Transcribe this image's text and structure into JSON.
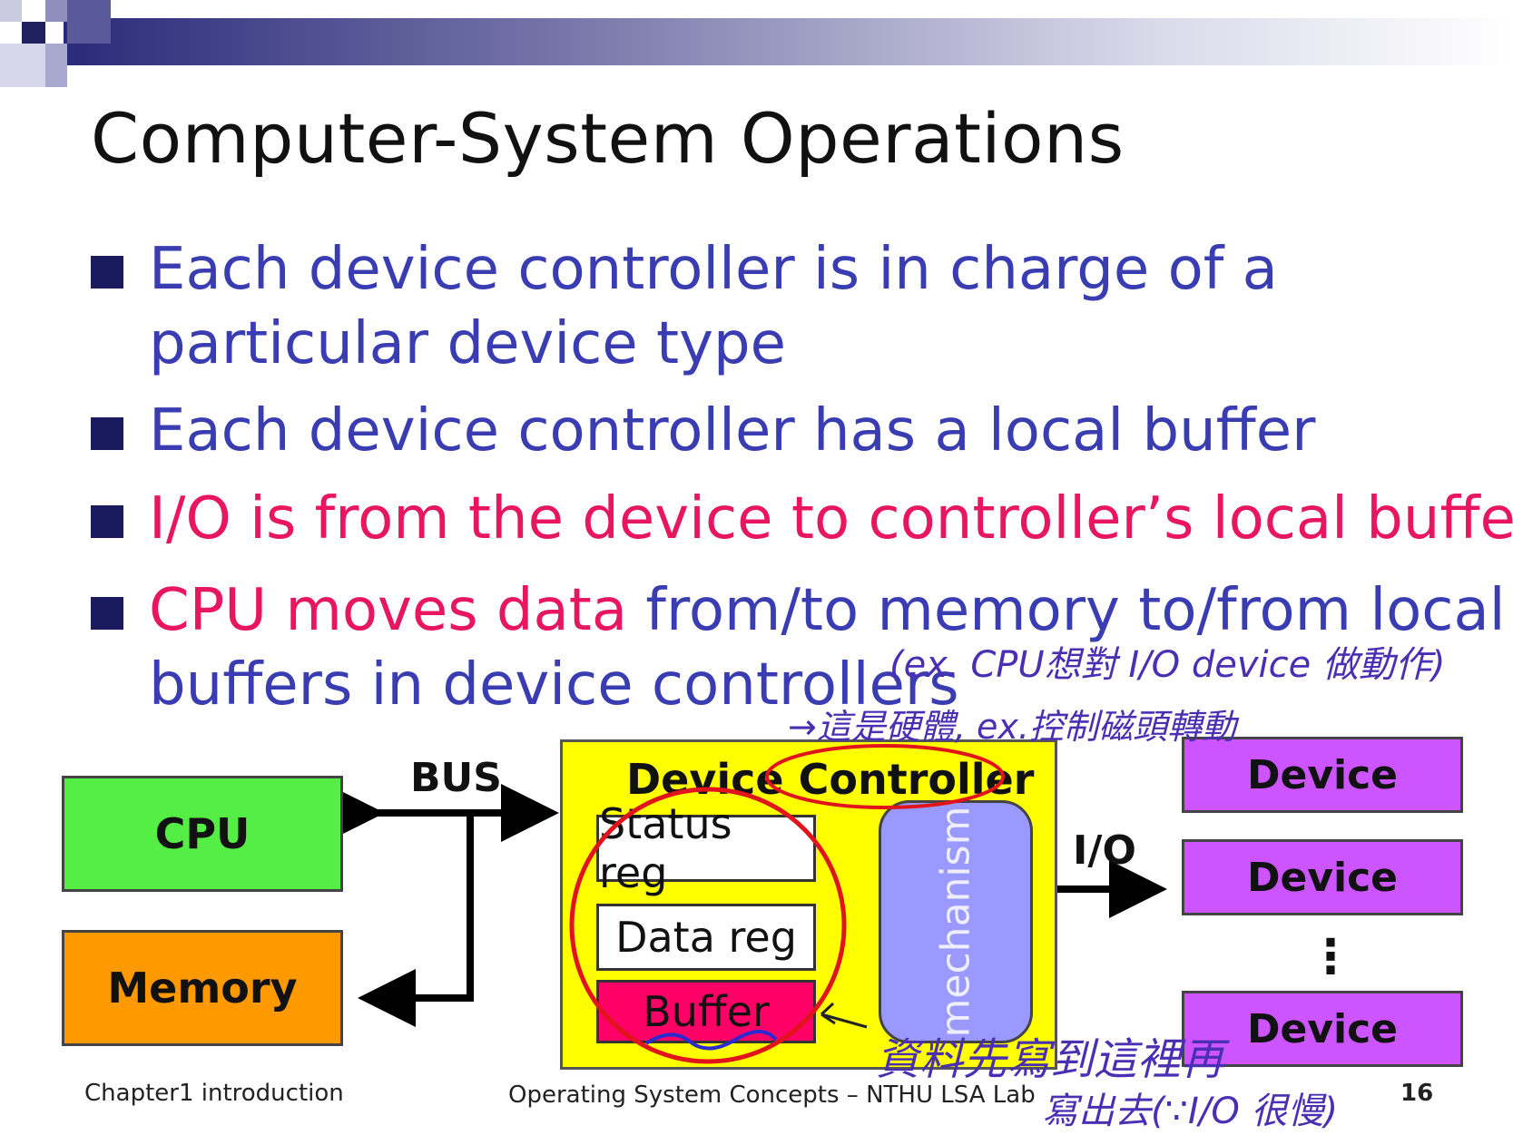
{
  "slide": {
    "title": "Computer-System Operations",
    "bullets": [
      {
        "segments": [
          {
            "text": "Each device controller is in charge of a",
            "color": "blue"
          }
        ],
        "line2": "particular device type"
      },
      {
        "segments": [
          {
            "text": "Each device controller has a local buffer",
            "color": "blue"
          }
        ]
      },
      {
        "segments": [
          {
            "text": "I/O is from the device to controller’s local buffer",
            "color": "red"
          }
        ]
      },
      {
        "segments": [
          {
            "text": "CPU moves data",
            "color": "red"
          },
          {
            "text": " from/to memory to/from local",
            "color": "blue"
          }
        ],
        "line2": "buffers in device controllers"
      }
    ]
  },
  "diagram": {
    "cpu_label": "CPU",
    "memory_label": "Memory",
    "bus_label": "BUS",
    "controller_label": "Device Controller",
    "status_reg": "Status reg",
    "data_reg": "Data reg",
    "buffer": "Buffer",
    "mechanism": "mechanism",
    "io_label": "I/O",
    "devices": [
      "Device",
      "Device",
      "Device"
    ],
    "ellipsis": "⋮"
  },
  "footer": {
    "left": "Chapter1 introduction",
    "center": "Operating System Concepts – NTHU LSA Lab",
    "page": "16"
  },
  "annotations": {
    "note1": "(ex. CPU想對 I/O device 做動作)",
    "note2": "→這是硬體, ex.控制磁頭轉動",
    "note3_line1": "資料先寫到這裡再",
    "note3_line2": "寫出去(∵I/O 很慢)"
  },
  "colors": {
    "cpu": "#55ee44",
    "memory": "#ff9900",
    "controller": "#ffff00",
    "mechanism": "#9999ff",
    "device": "#cc55ff",
    "buffer": "#ff0066",
    "title_band": "#2a2a7a"
  }
}
